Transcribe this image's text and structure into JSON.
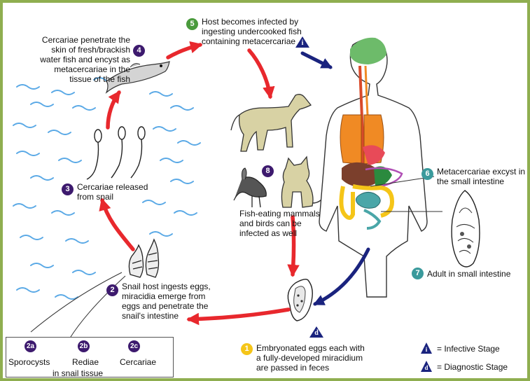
{
  "stages": {
    "s1": {
      "num": "1",
      "text": "Embryonated eggs each with\na fully-developed miracidium\nare passed in feces"
    },
    "s2": {
      "num": "2",
      "text": "Snail host ingests eggs,\nmiracidia emerge from\neggs and penetrate the\nsnail's intestine"
    },
    "s3": {
      "num": "3",
      "text": "Cercariae released\nfrom snail"
    },
    "s4": {
      "num": "4",
      "text": "Cercariae penetrate the\nskin of fresh/brackish\nwater fish and encyst as\nmetacercariae in the\ntissue of the fish"
    },
    "s5": {
      "num": "5",
      "text": "Host becomes infected by\ningesting undercooked fish\ncontaining metacercariae"
    },
    "s6": {
      "num": "6",
      "text": "Metacercariae excyst in\nthe small intestine"
    },
    "s7": {
      "num": "7",
      "text": "Adult in small intestine"
    },
    "s8": {
      "num": "8",
      "text": "Fish-eating mammals\nand birds can be\ninfected as well"
    }
  },
  "snail_tissue": {
    "a": {
      "num": "2a",
      "label": "Sporocysts"
    },
    "b": {
      "num": "2b",
      "label": "Rediae"
    },
    "c": {
      "num": "2c",
      "label": "Cercariae"
    },
    "caption": "in snail tissue"
  },
  "stage_markers": {
    "infective": "i",
    "diagnostic": "d"
  },
  "legend": {
    "infective": {
      "symbol": "i",
      "label": "= Infective Stage"
    },
    "diagnostic": {
      "symbol": "d",
      "label": "= Diagnostic Stage"
    }
  },
  "colors": {
    "border": "#8fae50",
    "red_arrow": "#e8282d",
    "blue_arrow": "#1a237e",
    "water": "#5aa9e6",
    "badge_purple": "#3d1a6e",
    "badge_green": "#4a9a3c",
    "badge_teal": "#3a9a9c",
    "badge_yellow": "#f5c518",
    "marker_navy": "#1a237e"
  }
}
